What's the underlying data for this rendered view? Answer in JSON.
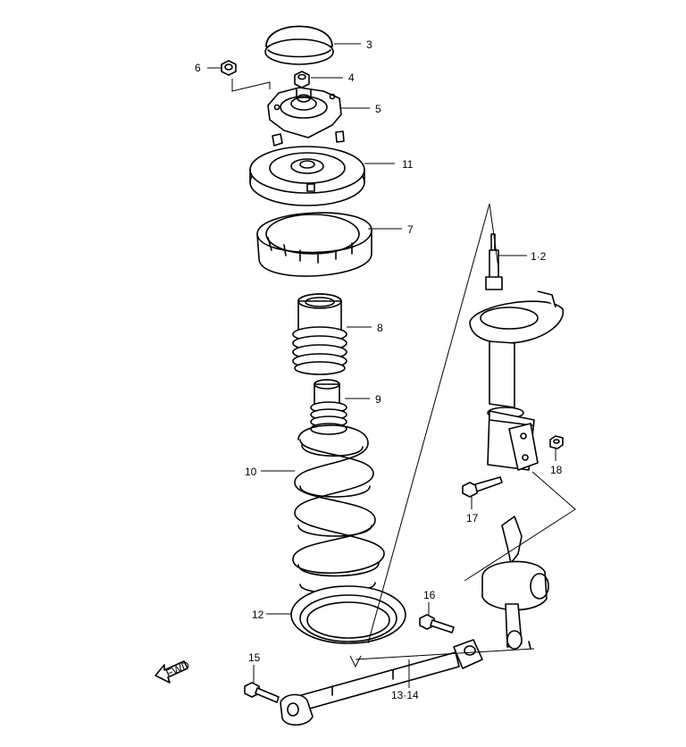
{
  "callouts": {
    "c3": "3",
    "c4": "4",
    "c5": "5",
    "c6": "6",
    "c11": "11",
    "c7": "7",
    "c1_2": "1·2",
    "c8": "8",
    "c9": "9",
    "c10": "10",
    "c18": "18",
    "c17": "17",
    "c16": "16",
    "c12": "12",
    "c15": "15",
    "c13_14": "13·14"
  },
  "fwd_label": "FWD"
}
